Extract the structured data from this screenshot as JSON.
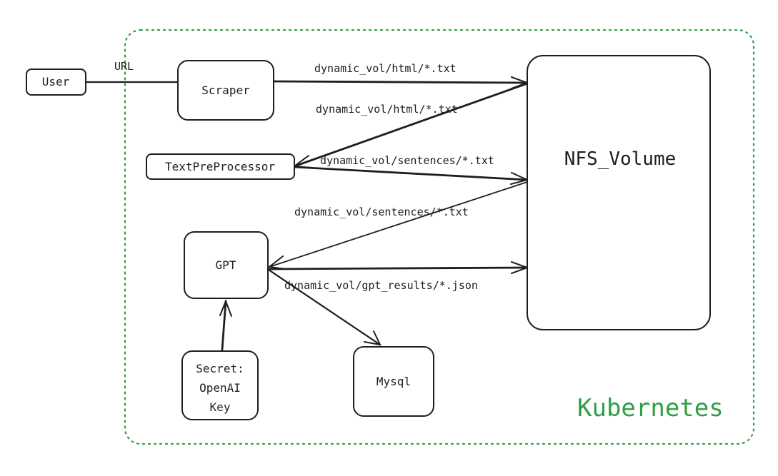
{
  "colors": {
    "stroke": "#1e1e1e",
    "cluster": "#2f9e44",
    "background": "#ffffff"
  },
  "cluster": {
    "label": "Kubernetes"
  },
  "nodes": {
    "user": "User",
    "scraper": "Scraper",
    "text_pre_processor": "TextPreProcessor",
    "nfs_volume": "NFS_Volume",
    "gpt": "GPT",
    "secret_line1": "Secret:",
    "secret_line2": "OpenAI",
    "secret_line3": "Key",
    "mysql": "Mysql"
  },
  "edges": {
    "user_to_scraper": "URL",
    "scraper_to_nfs": "dynamic_vol/html/*.txt",
    "nfs_to_preprocessor": "dynamic_vol/html/*.txt",
    "preprocessor_to_nfs": "dynamic_vol/sentences/*.txt",
    "nfs_to_gpt": "dynamic_vol/sentences/*.txt",
    "gpt_to_nfs": "dynamic_vol/gpt_results/*.json"
  }
}
